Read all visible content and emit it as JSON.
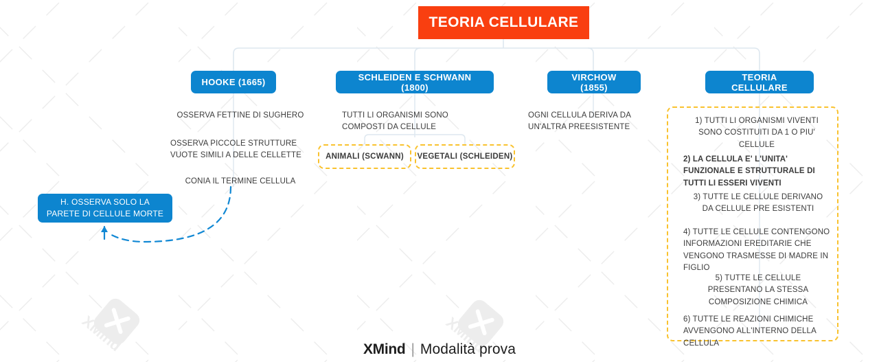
{
  "app": {
    "name": "XMind",
    "footer_separator": "|",
    "footer_mode": "Modalità prova"
  },
  "colors": {
    "root_fill": "#f93f10",
    "node_fill": "#0d85cf",
    "node_text": "#ffffff",
    "accent_yellow": "#f9c22e",
    "connector": "#dde7ef",
    "relationship_arrow": "#1188d4",
    "body_text": "#3b3b3b",
    "background": "#ffffff"
  },
  "map": {
    "root": {
      "label": "TEORIA CELLULARE"
    },
    "branches": [
      {
        "id": "hooke",
        "header": "HOOKE (1665)",
        "leaves": [
          "OSSERVA FETTINE DI SUGHERO",
          "OSSERVA PICCOLE STRUTTURE VUOTE SIMILI A DELLE CELLETTE",
          "CONIA IL TERMINE CELLULA"
        ]
      },
      {
        "id": "schleiden-schwann",
        "header": "SCHLEIDEN E SCHWANN (1800)",
        "leaves": [
          "TUTTI LI ORGANISMI SONO COMPOSTI DA CELLULE"
        ],
        "sub_boxes": [
          "ANIMALI (SCWANN)",
          "VEGETALI (SCHLEIDEN)"
        ]
      },
      {
        "id": "virchow",
        "header": "VIRCHOW (1855)",
        "leaves": [
          "OGNI CELLULA DERIVA DA UN'ALTRA PREESISTENTE"
        ]
      },
      {
        "id": "teoria-cellulare",
        "header": "TEORIA CELLULARE",
        "laws": [
          {
            "text": "1) TUTTI LI ORGANISMI VIVENTI SONO COSTITUITI DA 1 O PIU' CELLULE",
            "bold": false
          },
          {
            "text": "2) LA CELLULA E' L'UNITA' FUNZIONALE E STRUTTURALE DI TUTTI LI ESSERI VIVENTI",
            "bold": true
          },
          {
            "text": "3) TUTTE LE CELLULE DERIVANO DA CELLULE PRE ESISTENTI",
            "bold": false
          },
          {
            "text": "4) TUTTE LE CELLULE CONTENGONO INFORMAZIONI EREDITARIE CHE VENGONO TRASMESSE DI MADRE IN FIGLIO",
            "bold": false
          },
          {
            "text": "5) TUTTE LE CELLULE PRESENTANO LA STESSA COMPOSIZIONE CHIMICA",
            "bold": false
          },
          {
            "text": "6) TUTTE LE REAZIONI CHIMICHE AVVENGONO ALL'INTERNO DELLA CELLULA",
            "bold": false
          }
        ]
      }
    ],
    "floating_note": {
      "label": "H. OSSERVA SOLO LA PARETE DI CELLULE MORTE"
    }
  }
}
